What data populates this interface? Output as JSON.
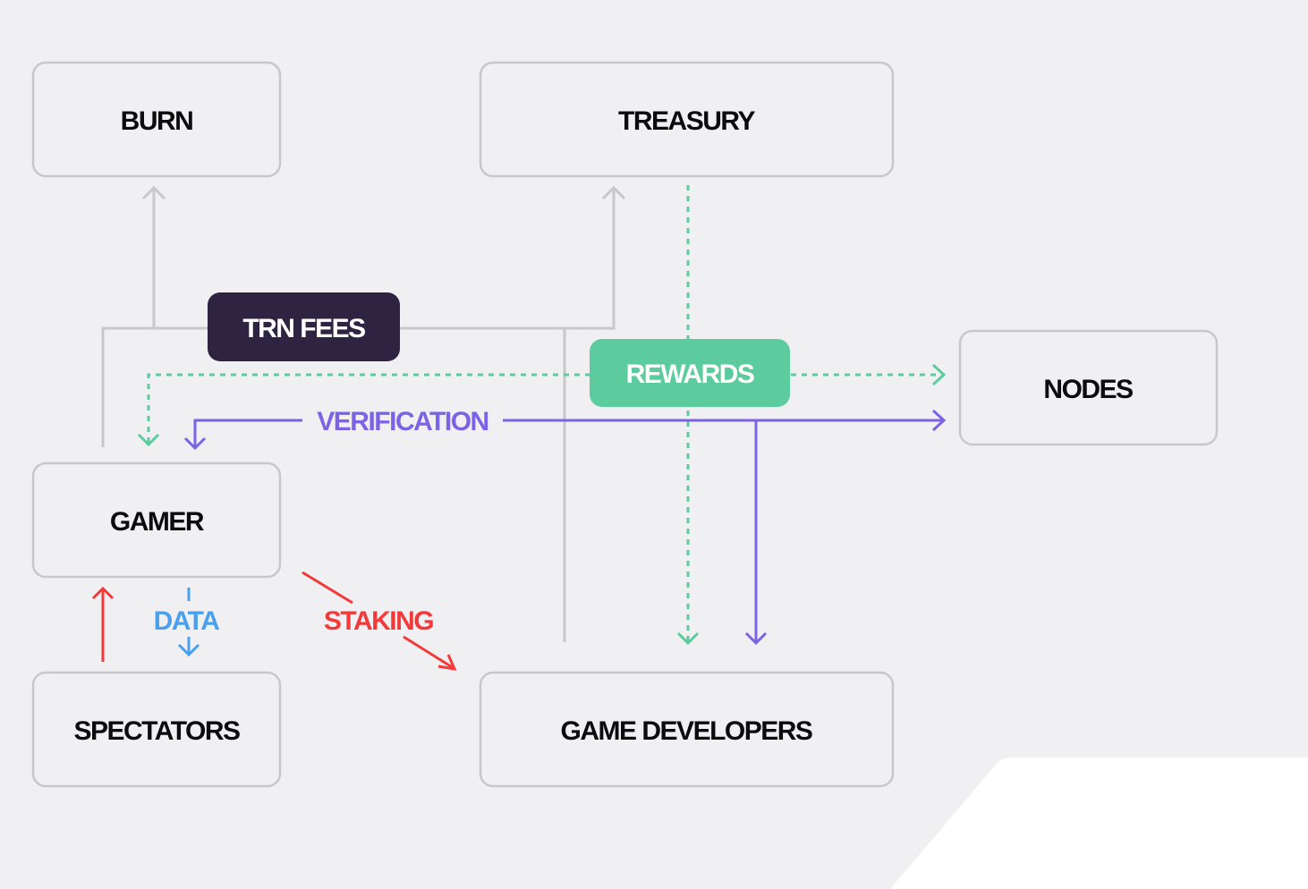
{
  "nodes": {
    "burn": "BURN",
    "treasury": "TREASURY",
    "nodes": "NODES",
    "gamer": "GAMER",
    "spectators": "SPECTATORS",
    "game_developers": "GAME DEVELOPERS"
  },
  "flows": {
    "trn_fees": "TRN FEES",
    "rewards": "REWARDS",
    "verification": "VERIFICATION",
    "data": "DATA",
    "staking": "STAKING"
  },
  "colors": {
    "background": "#f0f0f2",
    "node_border": "#c8c8cc",
    "fees_line": "#c8c8cc",
    "fees_badge": "#2e2442",
    "rewards": "#5ccb9e",
    "verification": "#7b63e6",
    "data": "#4aa0ec",
    "staking": "#f23a3a"
  }
}
